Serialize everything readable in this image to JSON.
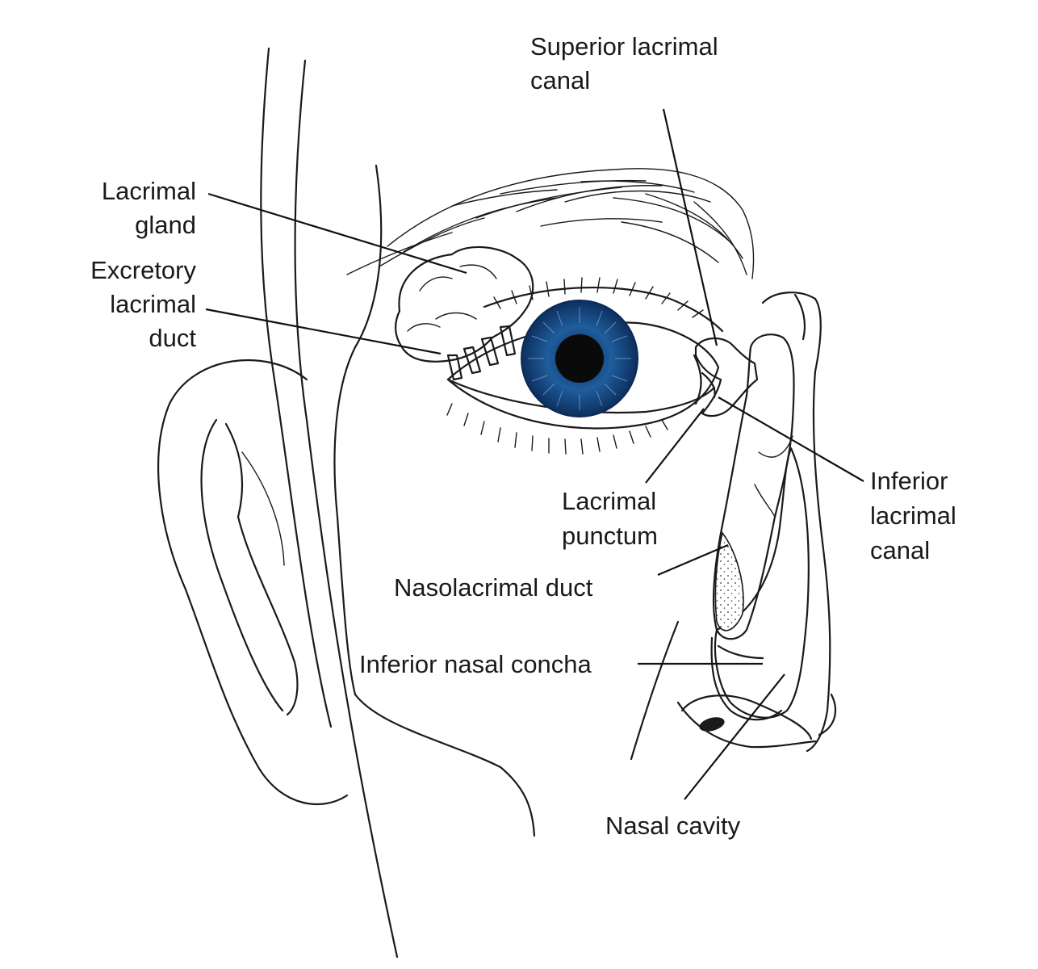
{
  "colors": {
    "gland": "#f7cf1f",
    "iris": "#1f5d9c",
    "iris_dark": "#123c6e",
    "pupil": "#0a0a0a",
    "line": "#1a1a1a",
    "background": "#ffffff"
  },
  "labels": {
    "superior_lacrimal_canal": [
      "Superior lacrimal",
      "canal"
    ],
    "lacrimal_gland": [
      "Lacrimal",
      "gland"
    ],
    "excretory_lacrimal_duct": [
      "Excretory",
      "lacrimal",
      "duct"
    ],
    "inferior_lacrimal_canal": [
      "Inferior",
      "lacrimal",
      "canal"
    ],
    "lacrimal_punctum": [
      "Lacrimal",
      "punctum"
    ],
    "nasolacrimal_duct": "Nasolacrimal duct",
    "inferior_nasal_concha": "Inferior nasal concha",
    "nasal_cavity": "Nasal cavity"
  }
}
